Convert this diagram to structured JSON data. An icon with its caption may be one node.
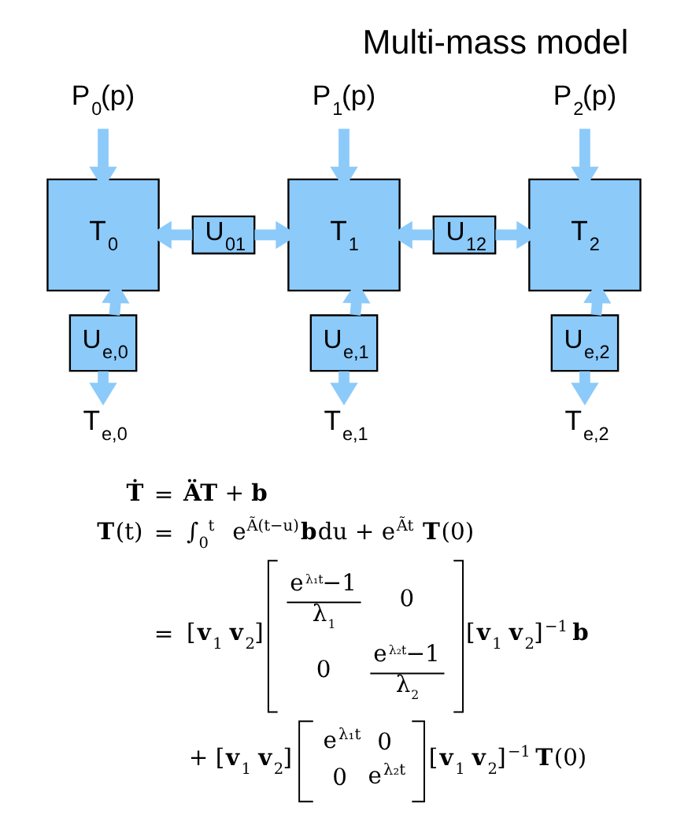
{
  "diagram": {
    "title": "Multi-mass model",
    "nodes": [
      {
        "text": [
          "P$_{0}$(p)"
        ]
      },
      {
        "text": [
          "P$_{1}$(p)"
        ]
      },
      {
        "text": [
          "P$_{2}$(p)"
        ]
      },
      {
        "text": [
          "T$_{0}$"
        ]
      },
      {
        "text": [
          "U$_{01}$"
        ]
      },
      {
        "text": [
          "T$_{1}$"
        ]
      },
      {
        "text": [
          "U$_{12}$"
        ]
      },
      {
        "text": [
          "T$_{2}$"
        ]
      },
      {
        "text": [
          "U$_{e,0}$"
        ]
      },
      {
        "text": [
          "U$_{e,1}$"
        ]
      },
      {
        "text": [
          "U$_{e,2}$"
        ]
      },
      {
        "text": [
          "T$_{e,0}$"
        ]
      },
      {
        "text": [
          "T$_{e,1}$"
        ]
      },
      {
        "text": [
          "T$_{e,2}$"
        ]
      }
    ],
    "edges": [
      {
        "from": 0,
        "to": 3,
        "arrow": "to"
      },
      {
        "from": 1,
        "to": 5,
        "arrow": "to"
      },
      {
        "from": 2,
        "to": 7,
        "arrow": "to"
      },
      {
        "from": 4,
        "to": 3,
        "arrow": "to"
      },
      {
        "from": 4,
        "to": 5,
        "arrow": "to"
      },
      {
        "from": 6,
        "to": 5,
        "arrow": "to"
      },
      {
        "from": 6,
        "to": 7,
        "arrow": "to"
      },
      {
        "from": 8,
        "to": 3,
        "arrow": "to"
      },
      {
        "from": 8,
        "to": 11,
        "arrow": "to"
      },
      {
        "from": 9,
        "to": 5,
        "arrow": "to"
      },
      {
        "from": 9,
        "to": 12,
        "arrow": "to"
      },
      {
        "from": 10,
        "to": 7,
        "arrow": "to"
      },
      {
        "from": 10,
        "to": 13,
        "arrow": "to"
      }
    ],
    "labels": [
      "**Ṫ**",
      "=",
      "**ÄT** + **b**",
      "**T**(t)",
      "=",
      "∫$_{0}$$^{t}$ e$^{Ã(t−u)}$**b**du + e$^{Ãt}$**T**(0)",
      "=",
      "[**v**$_{1}$ **v**$_{2}$]",
      "e$^{λ₁t}$−1",
      "λ$_{1}$",
      "0",
      "0",
      "e$^{λ₂t}$−1",
      "λ$_{2}$",
      "[**v**$_{1}$ **v**$_{2}$]$^{−1}$ **b**",
      "+ [**v**$_{1}$ **v**$_{2}$]",
      "e$^{λ₁t}$",
      "0",
      "0",
      "e$^{λ₂t}$",
      "[**v**$_{1}$ **v**$_{2}$]$^{−1}$ **T**(0)"
    ]
  }
}
